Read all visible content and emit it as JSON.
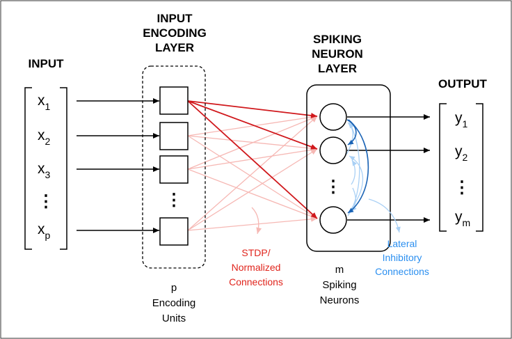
{
  "headers": {
    "input": "INPUT",
    "encoding_layer": [
      "INPUT",
      "ENCODING",
      "LAYER"
    ],
    "spiking_layer": [
      "SPIKING",
      "NEURON",
      "LAYER"
    ],
    "output": "OUTPUT"
  },
  "inputs": [
    {
      "base": "x",
      "sub": "1"
    },
    {
      "base": "x",
      "sub": "2"
    },
    {
      "base": "x",
      "sub": "3"
    },
    {
      "base": "x",
      "sub": "p"
    }
  ],
  "outputs": [
    {
      "base": "y",
      "sub": "1"
    },
    {
      "base": "y",
      "sub": "2"
    },
    {
      "base": "y",
      "sub": "m"
    }
  ],
  "ellipsis": "⋮",
  "captions": {
    "encoding_units": [
      "p",
      "Encoding",
      "Units"
    ],
    "spiking_neurons": [
      "m",
      "Spiking",
      "Neurons"
    ]
  },
  "labels": {
    "stdp": [
      "STDP/",
      "Normalized",
      "Connections"
    ],
    "lateral": [
      "Lateral",
      "Inhibitory",
      "Connections"
    ]
  },
  "colors": {
    "stdp_strong": "#d0181c",
    "stdp_faint": "#f6b8b4",
    "lateral_strong": "#1a63b5",
    "lateral_faint": "#a9d0f5",
    "stdp_text": "#e0241c",
    "lateral_text": "#2b8ff0"
  }
}
